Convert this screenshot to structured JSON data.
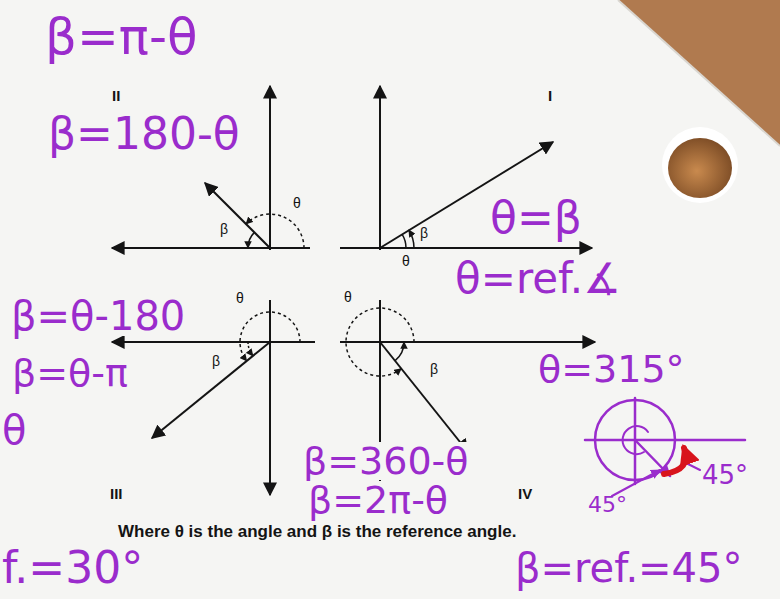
{
  "diagram": {
    "caption": "Where θ is the angle and β is the reference angle.",
    "labels": [
      "β=π-θ",
      "II",
      "I",
      "β=180-θ",
      "θ",
      "β",
      "θ=β",
      "β",
      "θ",
      "θ=ref.∡",
      "β=θ-180",
      "θ",
      "θ",
      "β=θ-π",
      "β",
      "β",
      "θ=315°",
      "θ",
      "45°",
      "β=360-θ",
      "β=2π-θ",
      "III",
      "IV",
      "45°",
      "f.=30°",
      "β=ref.=45°"
    ]
  }
}
